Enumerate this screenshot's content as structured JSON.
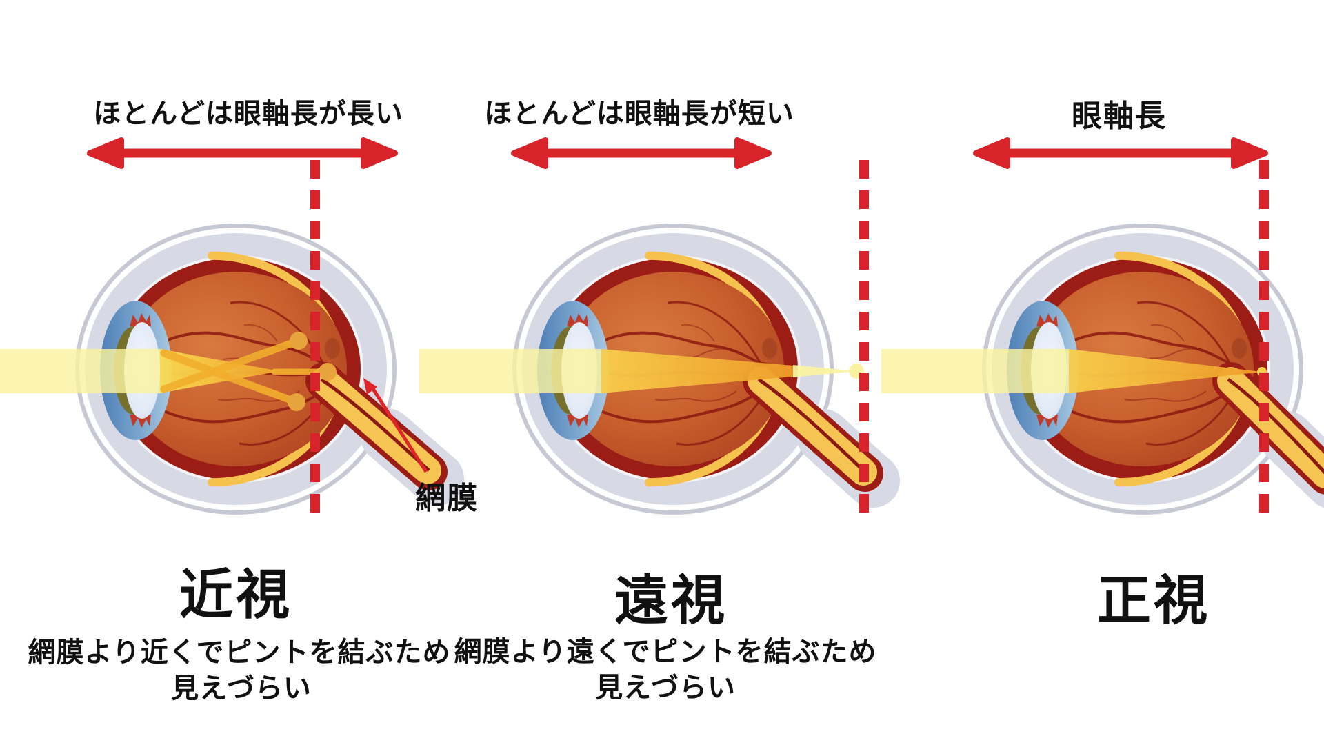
{
  "figure_title": "eye axial length comparison diagram",
  "colors": {
    "accent_red": "#d8232a",
    "text_black": "#111111",
    "sclera_gray": "#d7d9e5",
    "choroid_dark_red": "#9c1d15",
    "retina_yellow": "#f6c24e",
    "fundus_orange": "#c85e2c",
    "beam_pale_yellow": "#faf3a0",
    "beam_orange": "#f0a52a",
    "cornea_blue": "#6b94c3",
    "optic_nerve_yellow": "#f6c453"
  },
  "panels": [
    {
      "id": "myopia",
      "top_label": "ほとんどは眼軸長が長い",
      "title": "近視",
      "caption_line1": "網膜より近くでピントを結ぶため",
      "caption_line2": "見えづらい"
    },
    {
      "id": "hyperopia",
      "top_label": "ほとんどは眼軸長が短い",
      "title": "遠視",
      "caption_line1": "網膜より遠くでピントを結ぶため",
      "caption_line2": "見えづらい"
    },
    {
      "id": "emmetropia",
      "top_label": "眼軸長",
      "title": "正視"
    }
  ],
  "annotations": {
    "retina_label": "網膜"
  }
}
